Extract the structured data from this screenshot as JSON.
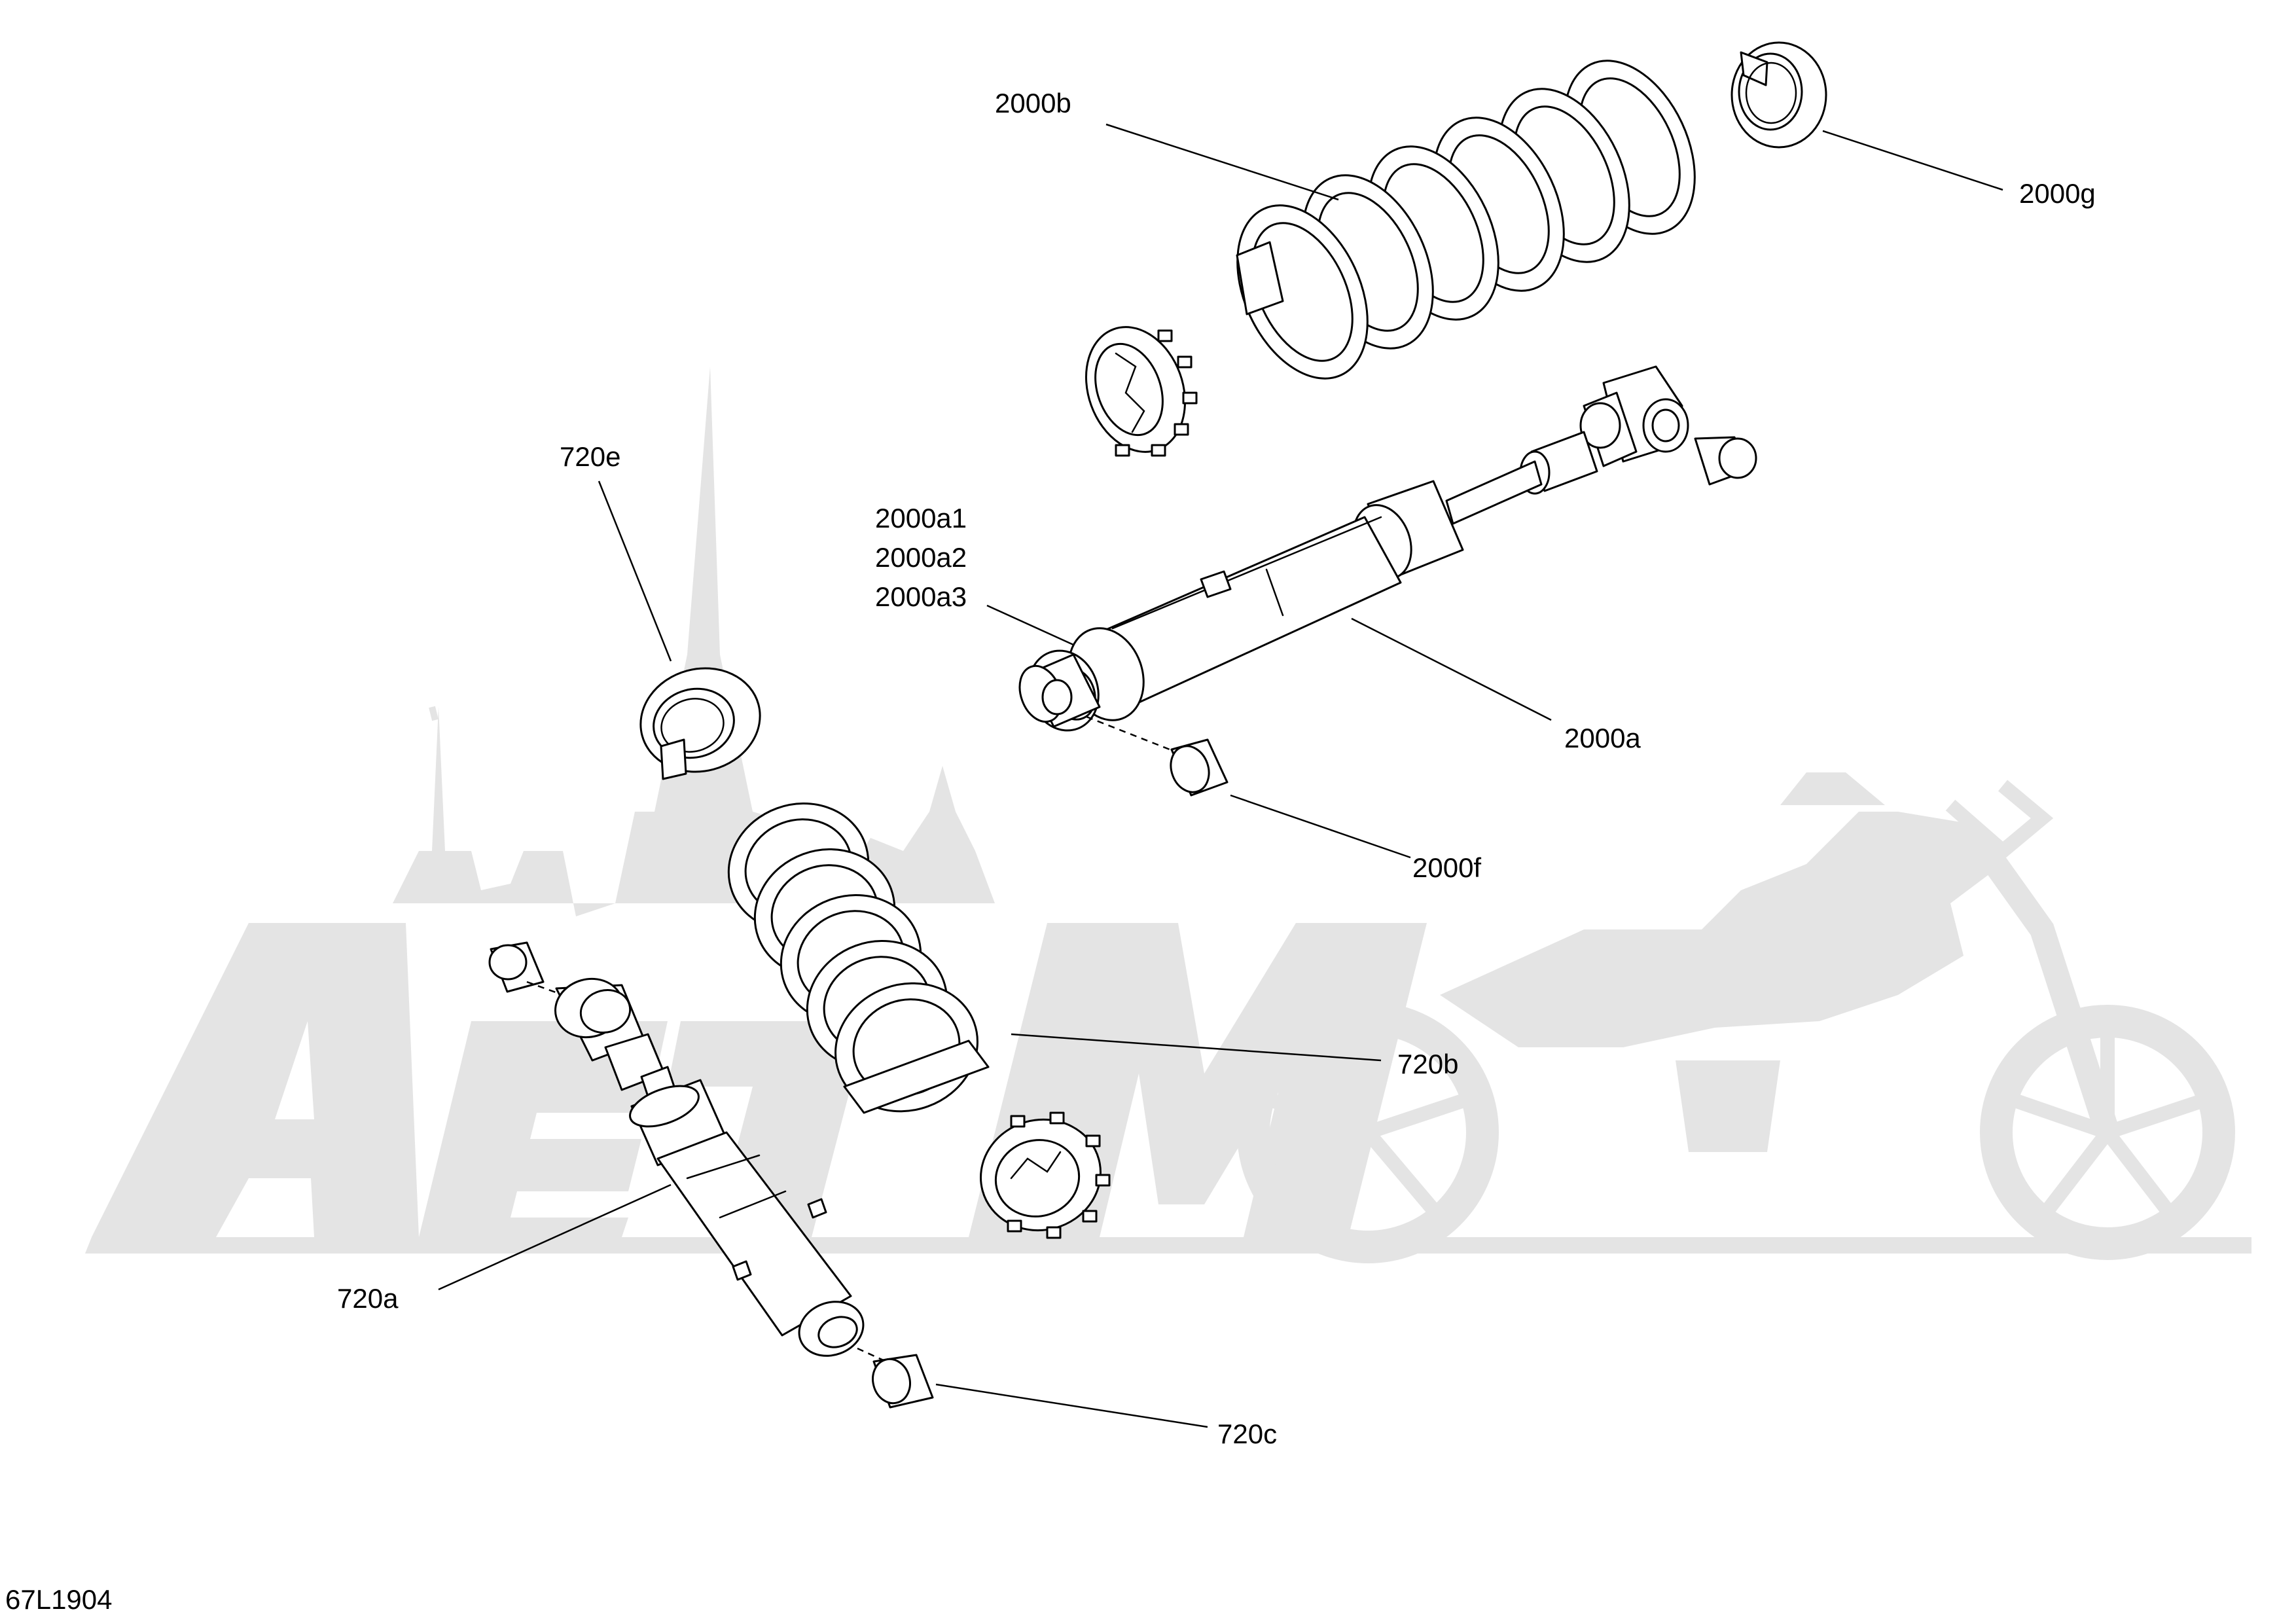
{
  "diagram": {
    "figure_id": "67L1904",
    "watermark_text": "AeT Moto"
  },
  "labels": {
    "2000b": "2000b",
    "2000g": "2000g",
    "720e": "720e",
    "2000a1": "2000a1",
    "2000a2": "2000a2",
    "2000a3": "2000a3",
    "2000a": "2000a",
    "2000f": "2000f",
    "720b": "720b",
    "720a": "720a",
    "720c": "720c"
  },
  "colors": {
    "linework": "#000000",
    "watermark": "#e4e4e4",
    "background": "#ffffff"
  }
}
